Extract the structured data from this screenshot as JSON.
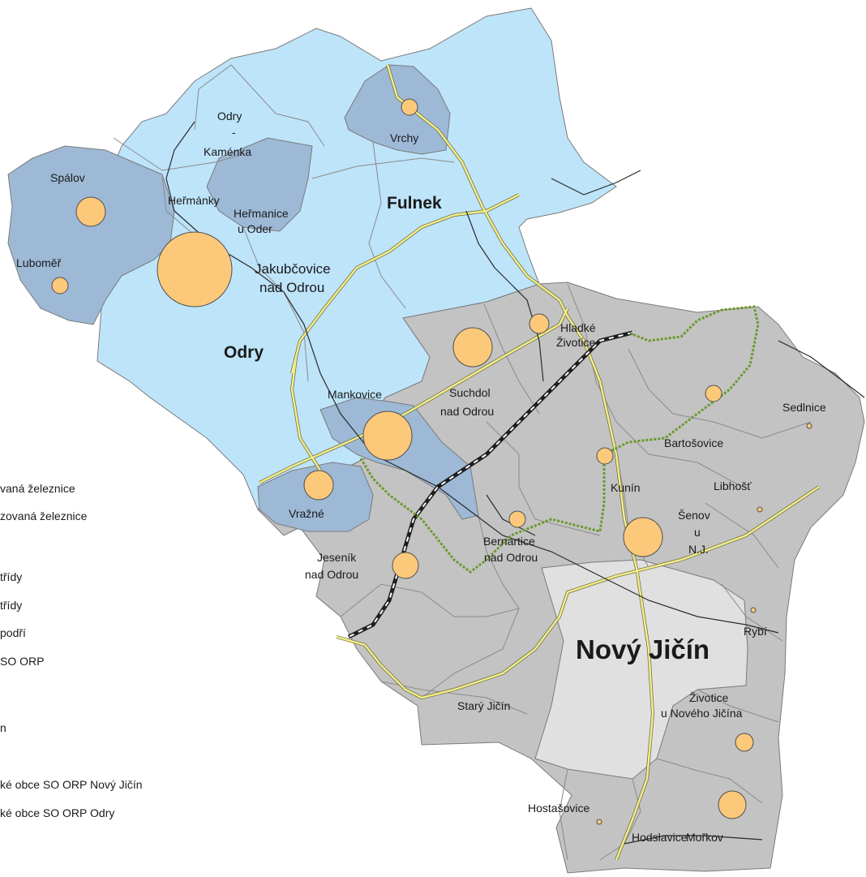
{
  "legend": {
    "items": [
      "vaná železnice",
      "zovaná železnice",
      "třídy",
      " třídy",
      "podří",
      "SO ORP",
      "n",
      "ké obce SO ORP Nový Jičín",
      "ké obce SO ORP Odry"
    ]
  },
  "regions": {
    "odry": "Odry",
    "fulnek": "Fulnek",
    "novy_jicin": "Nový Jičín"
  },
  "places": {
    "odry_kamenka_1": "Odry",
    "odry_kamenka_2": "-",
    "odry_kamenka_3": "Kaménka",
    "vrchy": "Vrchy",
    "spalov": "Spálov",
    "hermanky": "Heřmánky",
    "hermanice_1": "Heřmanice",
    "hermanice_2": "u Oder",
    "lubomer": "Luboměř",
    "jakubcovice_1": "Jakubčovice",
    "jakubcovice_2": "nad Odrou",
    "mankovice": "Mankovice",
    "suchdol_1": "Suchdol",
    "suchdol_2": "nad Odrou",
    "hladke_1": "Hladké",
    "hladke_2": "Životice",
    "sedlnice": "Sedlnice",
    "bartosovice": "Bartošovice",
    "kunin": "Kunín",
    "libhost": "Libhošť",
    "senov_1": "Šenov",
    "senov_2": "u",
    "senov_3": "N.J.",
    "vrazne": "Vražné",
    "bernartice_1": "Bernartice",
    "bernartice_2": "nad Odrou",
    "jesenik_1": "Jeseník",
    "jesenik_2": "nad Odrou",
    "rybi": "Rybí",
    "stary_jicin": "Starý Jičín",
    "zivotice_1": "Životice",
    "zivotice_2": "u Nového Jičína",
    "hostasovice": "Hostašovice",
    "hodslavice": "Hodslavice",
    "morkov": "Mořkov"
  },
  "colors": {
    "odry_light": "#bee4fa",
    "odry_dark": "#9db9d6",
    "nj_grey": "#c3c3c3",
    "nj_light": "#e0e0e0",
    "circle_fill": "#fcc97a",
    "boundary": "#7a7a7a",
    "road": "#f2ee8a",
    "railway": "#2a2a2a",
    "green_border": "#6b9a2c"
  }
}
